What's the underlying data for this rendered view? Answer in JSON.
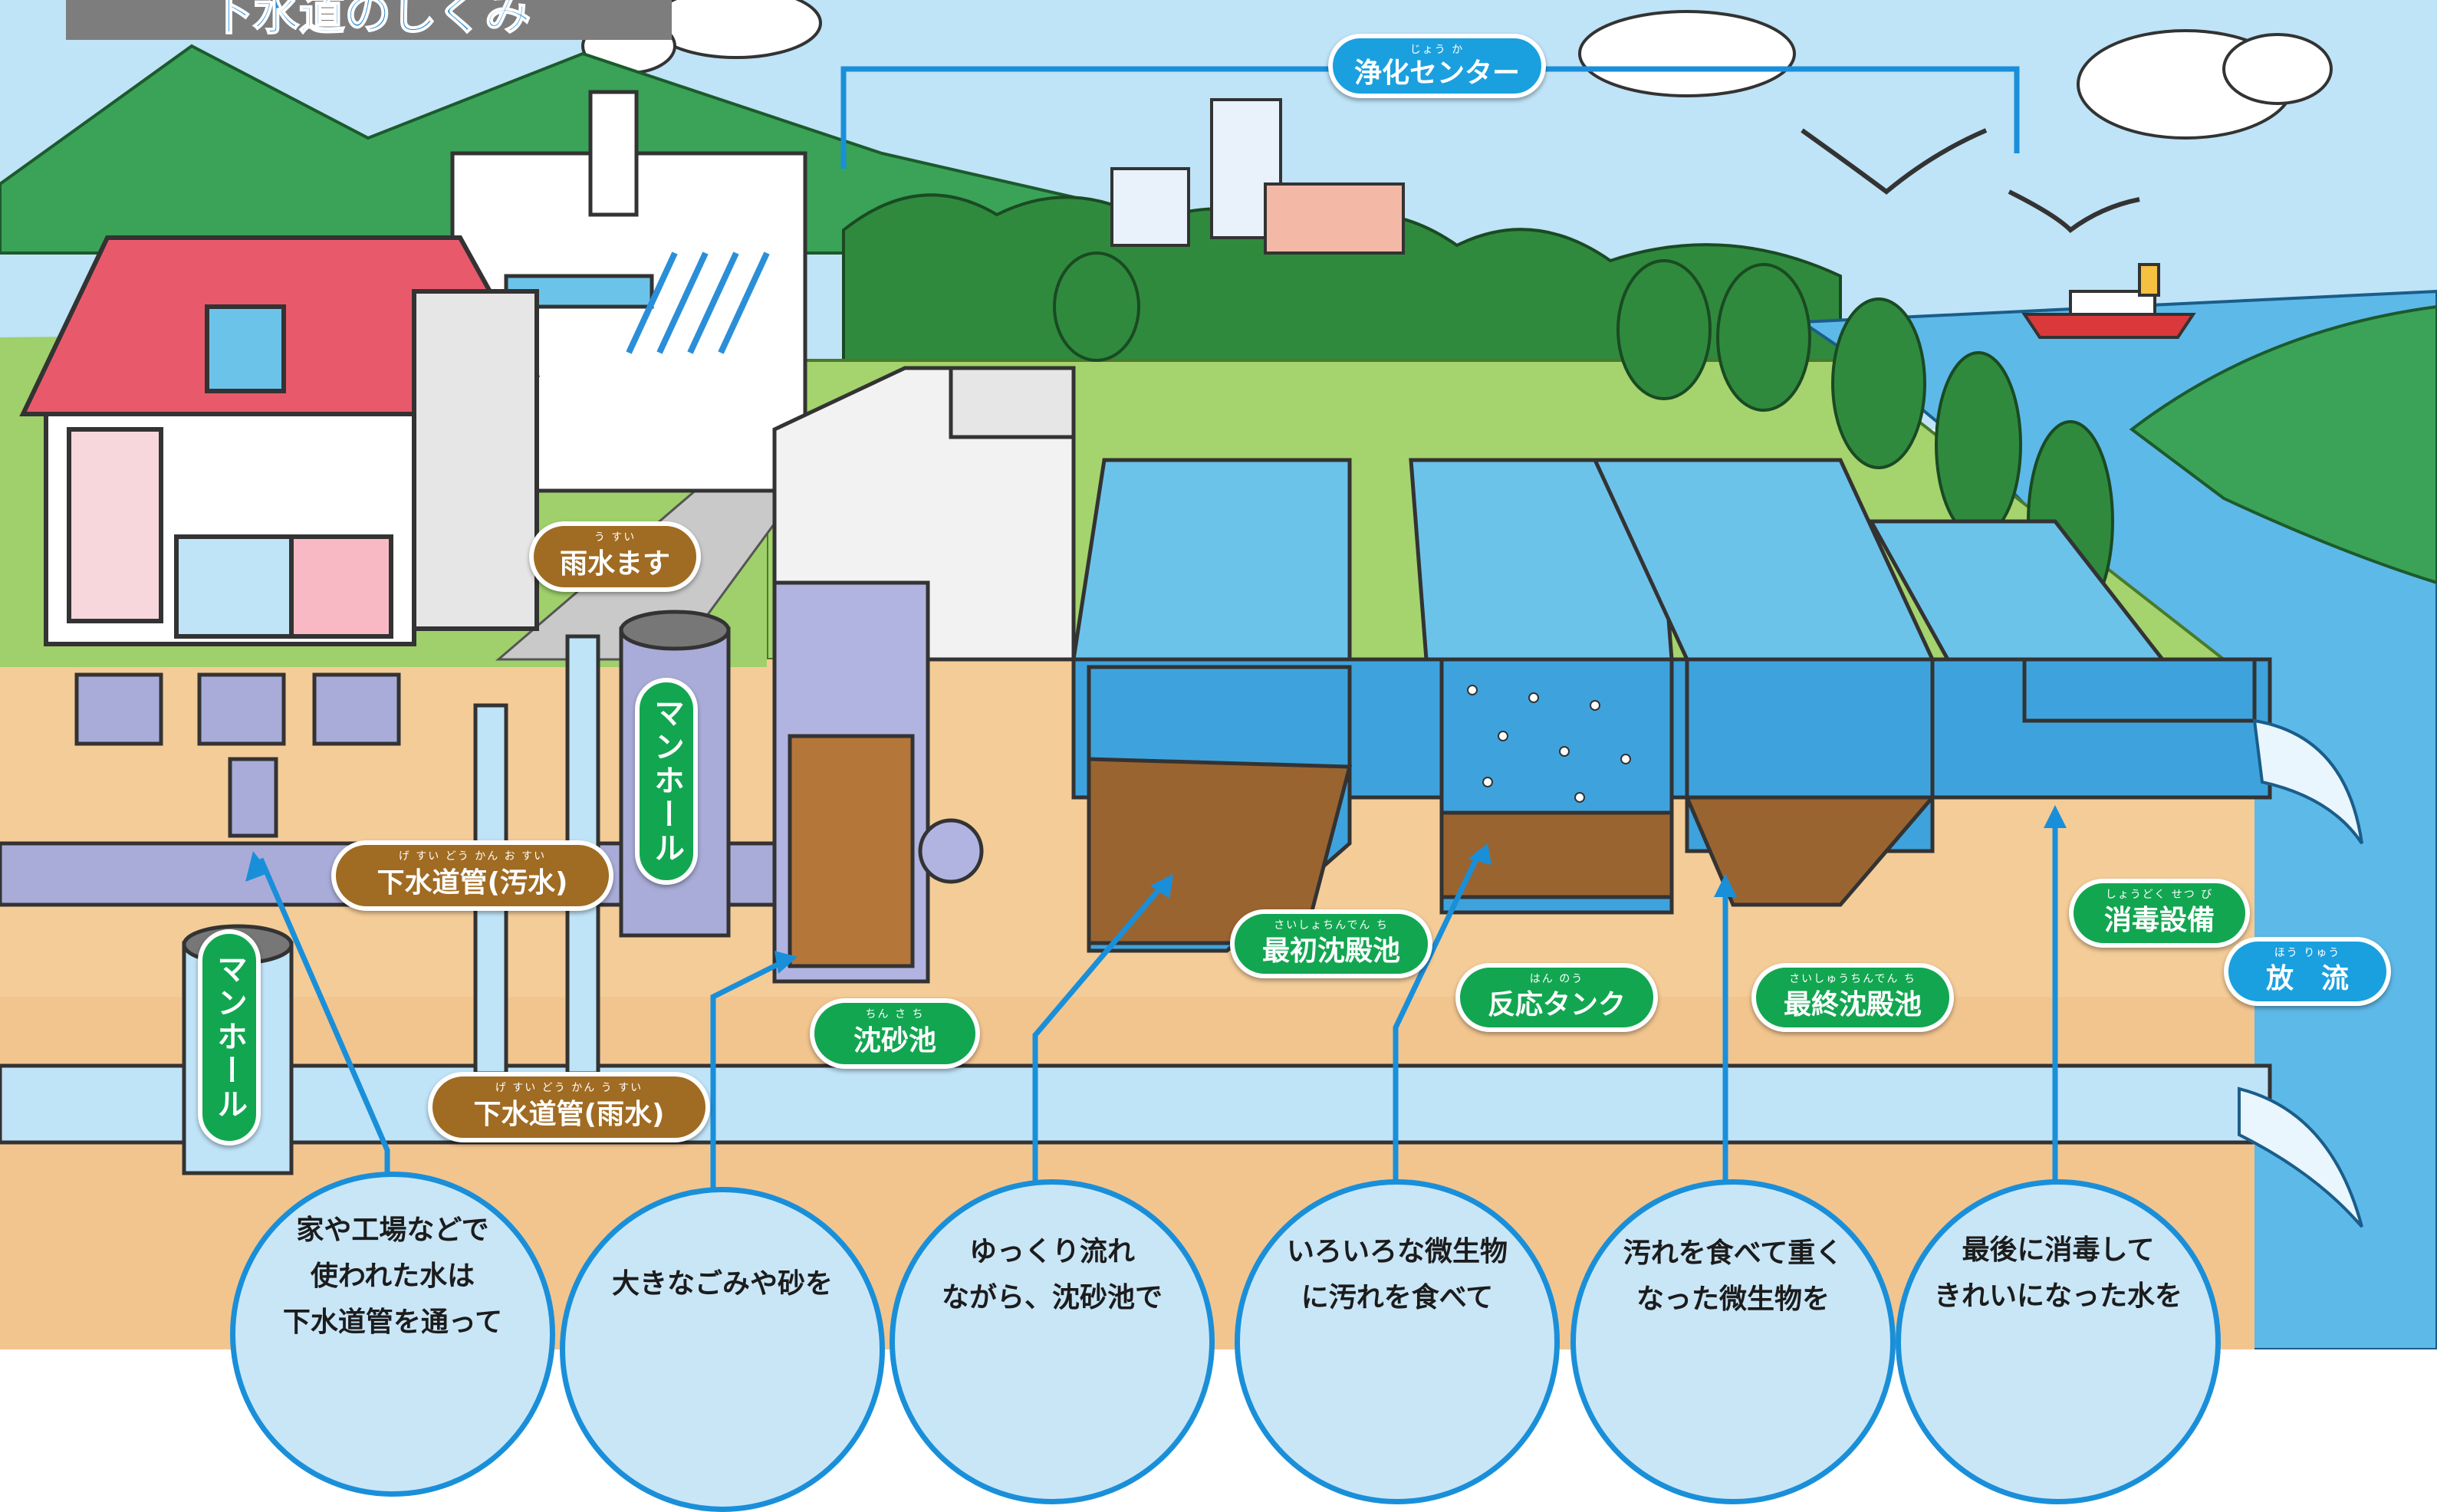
{
  "title": "下水道のしくみ",
  "labels": {
    "center": {
      "ruby": "じょう か",
      "text": "浄化センター"
    },
    "rain_basin": {
      "ruby": "う すい",
      "text": "雨水ます"
    },
    "sewer_waste": {
      "ruby": "げ すい どう かん   お すい",
      "text": "下水道管(汚水)"
    },
    "sewer_rain": {
      "ruby": "げ すい どう かん   う すい",
      "text": "下水道管(雨水)"
    },
    "manhole_1": "マンホール",
    "manhole_2": "マンホール",
    "grit_chamber": {
      "ruby": "ちん さ ち",
      "text": "沈砂池"
    },
    "primary_tank": {
      "ruby": "さいしょちんでん ち",
      "text": "最初沈殿池"
    },
    "reaction_tank": {
      "ruby": "はん のう",
      "text": "反応タンク"
    },
    "final_tank": {
      "ruby": "さいしゅうちんでん ち",
      "text": "最終沈殿池"
    },
    "disinfection": {
      "ruby": "しょうどく せつ び",
      "text": "消毒設備"
    },
    "discharge": {
      "ruby": "ほう  りゅう",
      "text": "放　流"
    }
  },
  "steps": [
    {
      "text": "家や工場などで\n使われた水は\n下水道管を通って"
    },
    {
      "text": "大きなごみや砂を"
    },
    {
      "text": "ゆっくり流れ\nながら、沈砂池で"
    },
    {
      "text": "いろいろな微生物\nに汚れを食べて"
    },
    {
      "text": "汚れを食べて重く\nなった微生物を"
    },
    {
      "text": "最後に消毒して\nきれいになった水を"
    }
  ],
  "colors": {
    "sky": "#bfe3f7",
    "ground": "#f4cc98",
    "water": "#5db9e8",
    "label_brown": "#a06b22",
    "label_green": "#12a651",
    "label_blue": "#1aa0df",
    "pipe_lavender": "#a9acd8",
    "arrow_blue": "#1a8fd9"
  }
}
